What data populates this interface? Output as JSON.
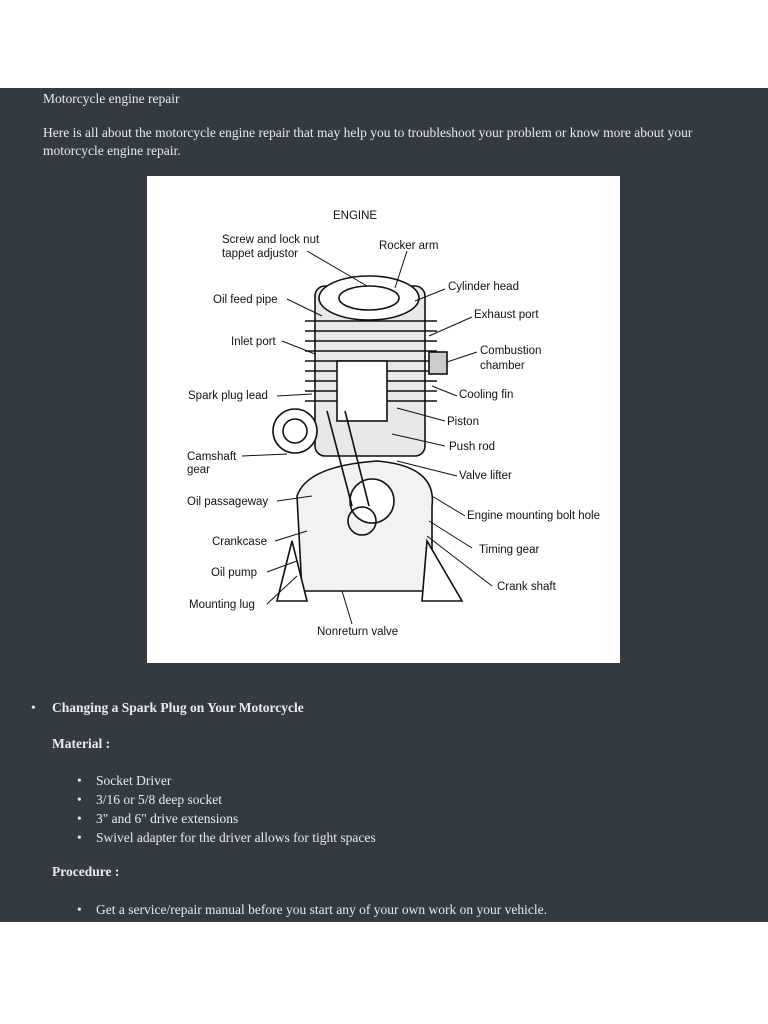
{
  "document": {
    "title": "Motorcycle engine repair",
    "intro": "Here is all about the motorcycle engine repair that may help you to troubleshoot your problem or know more about your motorcycle engine repair."
  },
  "figure": {
    "heading": "ENGINE",
    "labels": {
      "screw_lock_1": "Screw and lock nut",
      "screw_lock_2": "tappet adjustor",
      "rocker_arm": "Rocker arm",
      "cylinder_head": "Cylinder head",
      "oil_feed_pipe": "Oil feed pipe",
      "exhaust_port": "Exhaust port",
      "inlet_port": "Inlet port",
      "combustion_1": "Combustion",
      "combustion_2": "chamber",
      "spark_plug_lead": "Spark plug lead",
      "cooling_fin": "Cooling fin",
      "piston": "Piston",
      "camshaft_1": "Camshaft",
      "camshaft_2": "gear",
      "push_rod": "Push rod",
      "valve_lifter": "Valve lifter",
      "oil_passageway": "Oil passageway",
      "engine_mounting_bolt_hole": "Engine mounting bolt hole",
      "crankcase": "Crankcase",
      "timing_gear": "Timing gear",
      "oil_pump": "Oil pump",
      "crank_shaft": "Crank shaft",
      "mounting_lug": "Mounting lug",
      "nonreturn_valve": "Nonreturn valve"
    }
  },
  "section": {
    "title": "Changing a Spark Plug on Your Motorcycle",
    "material_heading": "Material :",
    "materials": [
      "Socket Driver",
      "3/16 or 5/8 deep socket",
      "3\" and 6\" drive extensions",
      "Swivel adapter for the driver allows for tight spaces"
    ],
    "procedure_heading": "Procedure :",
    "procedure": [
      "Get a service/repair manual before you start any of your own work on your vehicle."
    ]
  }
}
